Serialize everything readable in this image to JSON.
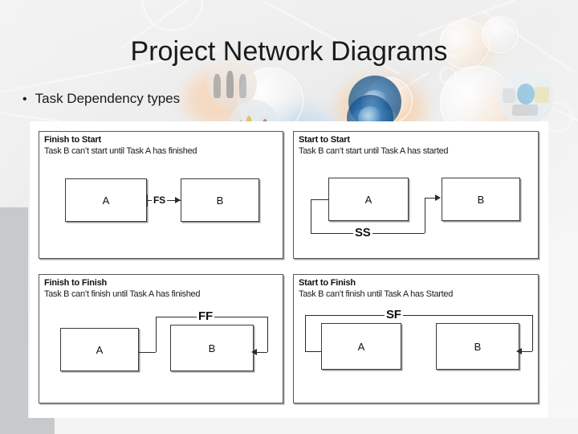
{
  "slide": {
    "title": "Project Network Diagrams",
    "bullet_marker": "•",
    "bullet_text": "Task Dependency types"
  },
  "diagram": {
    "panels": [
      {
        "id": "finish-to-start",
        "heading": "Finish to Start",
        "description": "Task B can’t start until Task A has finished",
        "link_code": "FS",
        "from_box": "A",
        "to_box": "B"
      },
      {
        "id": "start-to-start",
        "heading": "Start to Start",
        "description": "Task B can’t start until Task A has started",
        "link_code": "SS",
        "from_box": "A",
        "to_box": "B"
      },
      {
        "id": "finish-to-finish",
        "heading": "Finish to Finish",
        "description": "Task B can’t finish until Task A has finished",
        "link_code": "FF",
        "from_box": "A",
        "to_box": "B"
      },
      {
        "id": "start-to-finish",
        "heading": "Start to Finish",
        "description": "Task B can’t finish until Task A has Started",
        "link_code": "SF",
        "from_box": "A",
        "to_box": "B"
      }
    ]
  },
  "colors": {
    "text": "#1a1a1a",
    "panel_border": "#595959",
    "box_border": "#3a3a3a",
    "connector": "#2b2b2b",
    "card_background": "#ffffff",
    "edge_block": "#c8c9cb"
  }
}
